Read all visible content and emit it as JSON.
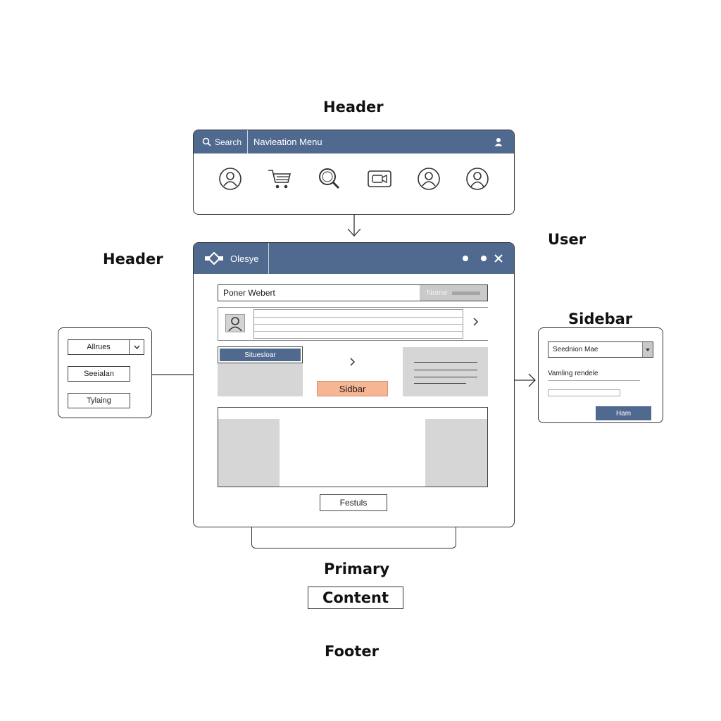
{
  "annotations": {
    "header_top": "Header",
    "header_left": "Header",
    "user": "User",
    "sidebar": "Sidebar",
    "primary": "Primary",
    "content": "Content",
    "footer": "Footer"
  },
  "nav_panel": {
    "search_label": "Search",
    "menu_label": "Navieation Menu",
    "icons": [
      "user-circle-icon",
      "cart-icon",
      "magnifier-icon",
      "video-icon",
      "user-circle-icon",
      "user-circle-icon"
    ]
  },
  "main_window": {
    "title": "Olesye",
    "url_text": "Poner Webert",
    "url_button": "Nome",
    "tag_label": "Situesloar",
    "sidebar_button": "Sidbar",
    "footer_button": "Festuls"
  },
  "left_panel": {
    "select_value": "Allrues",
    "button_1": "Seeialan",
    "button_2": "Tylaing"
  },
  "right_panel": {
    "select_value": "Seednion Mae",
    "field_label": "Vamling rendele",
    "submit_label": "Ham"
  },
  "colors": {
    "bar": "#50698f",
    "accent": "#f7b593",
    "placeholder_gray": "#d6d6d6"
  }
}
